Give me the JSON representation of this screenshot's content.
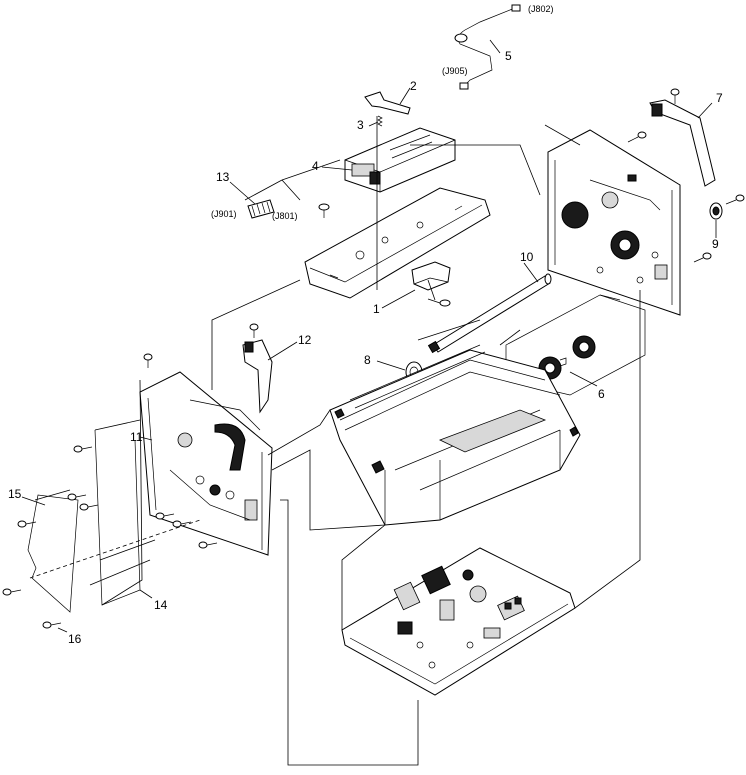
{
  "callouts": {
    "c1": "1",
    "c2": "2",
    "c3": "3",
    "c4": "4",
    "c5": "5",
    "c6": "6",
    "c7": "7",
    "c8": "8",
    "c9": "9",
    "c10": "10",
    "c11": "11",
    "c12": "12",
    "c13": "13",
    "c14": "14",
    "c15": "15",
    "c16": "16"
  },
  "connectors": {
    "j802": "(J802)",
    "j905": "(J905)",
    "j901": "(J901)",
    "j801": "(J801)"
  }
}
